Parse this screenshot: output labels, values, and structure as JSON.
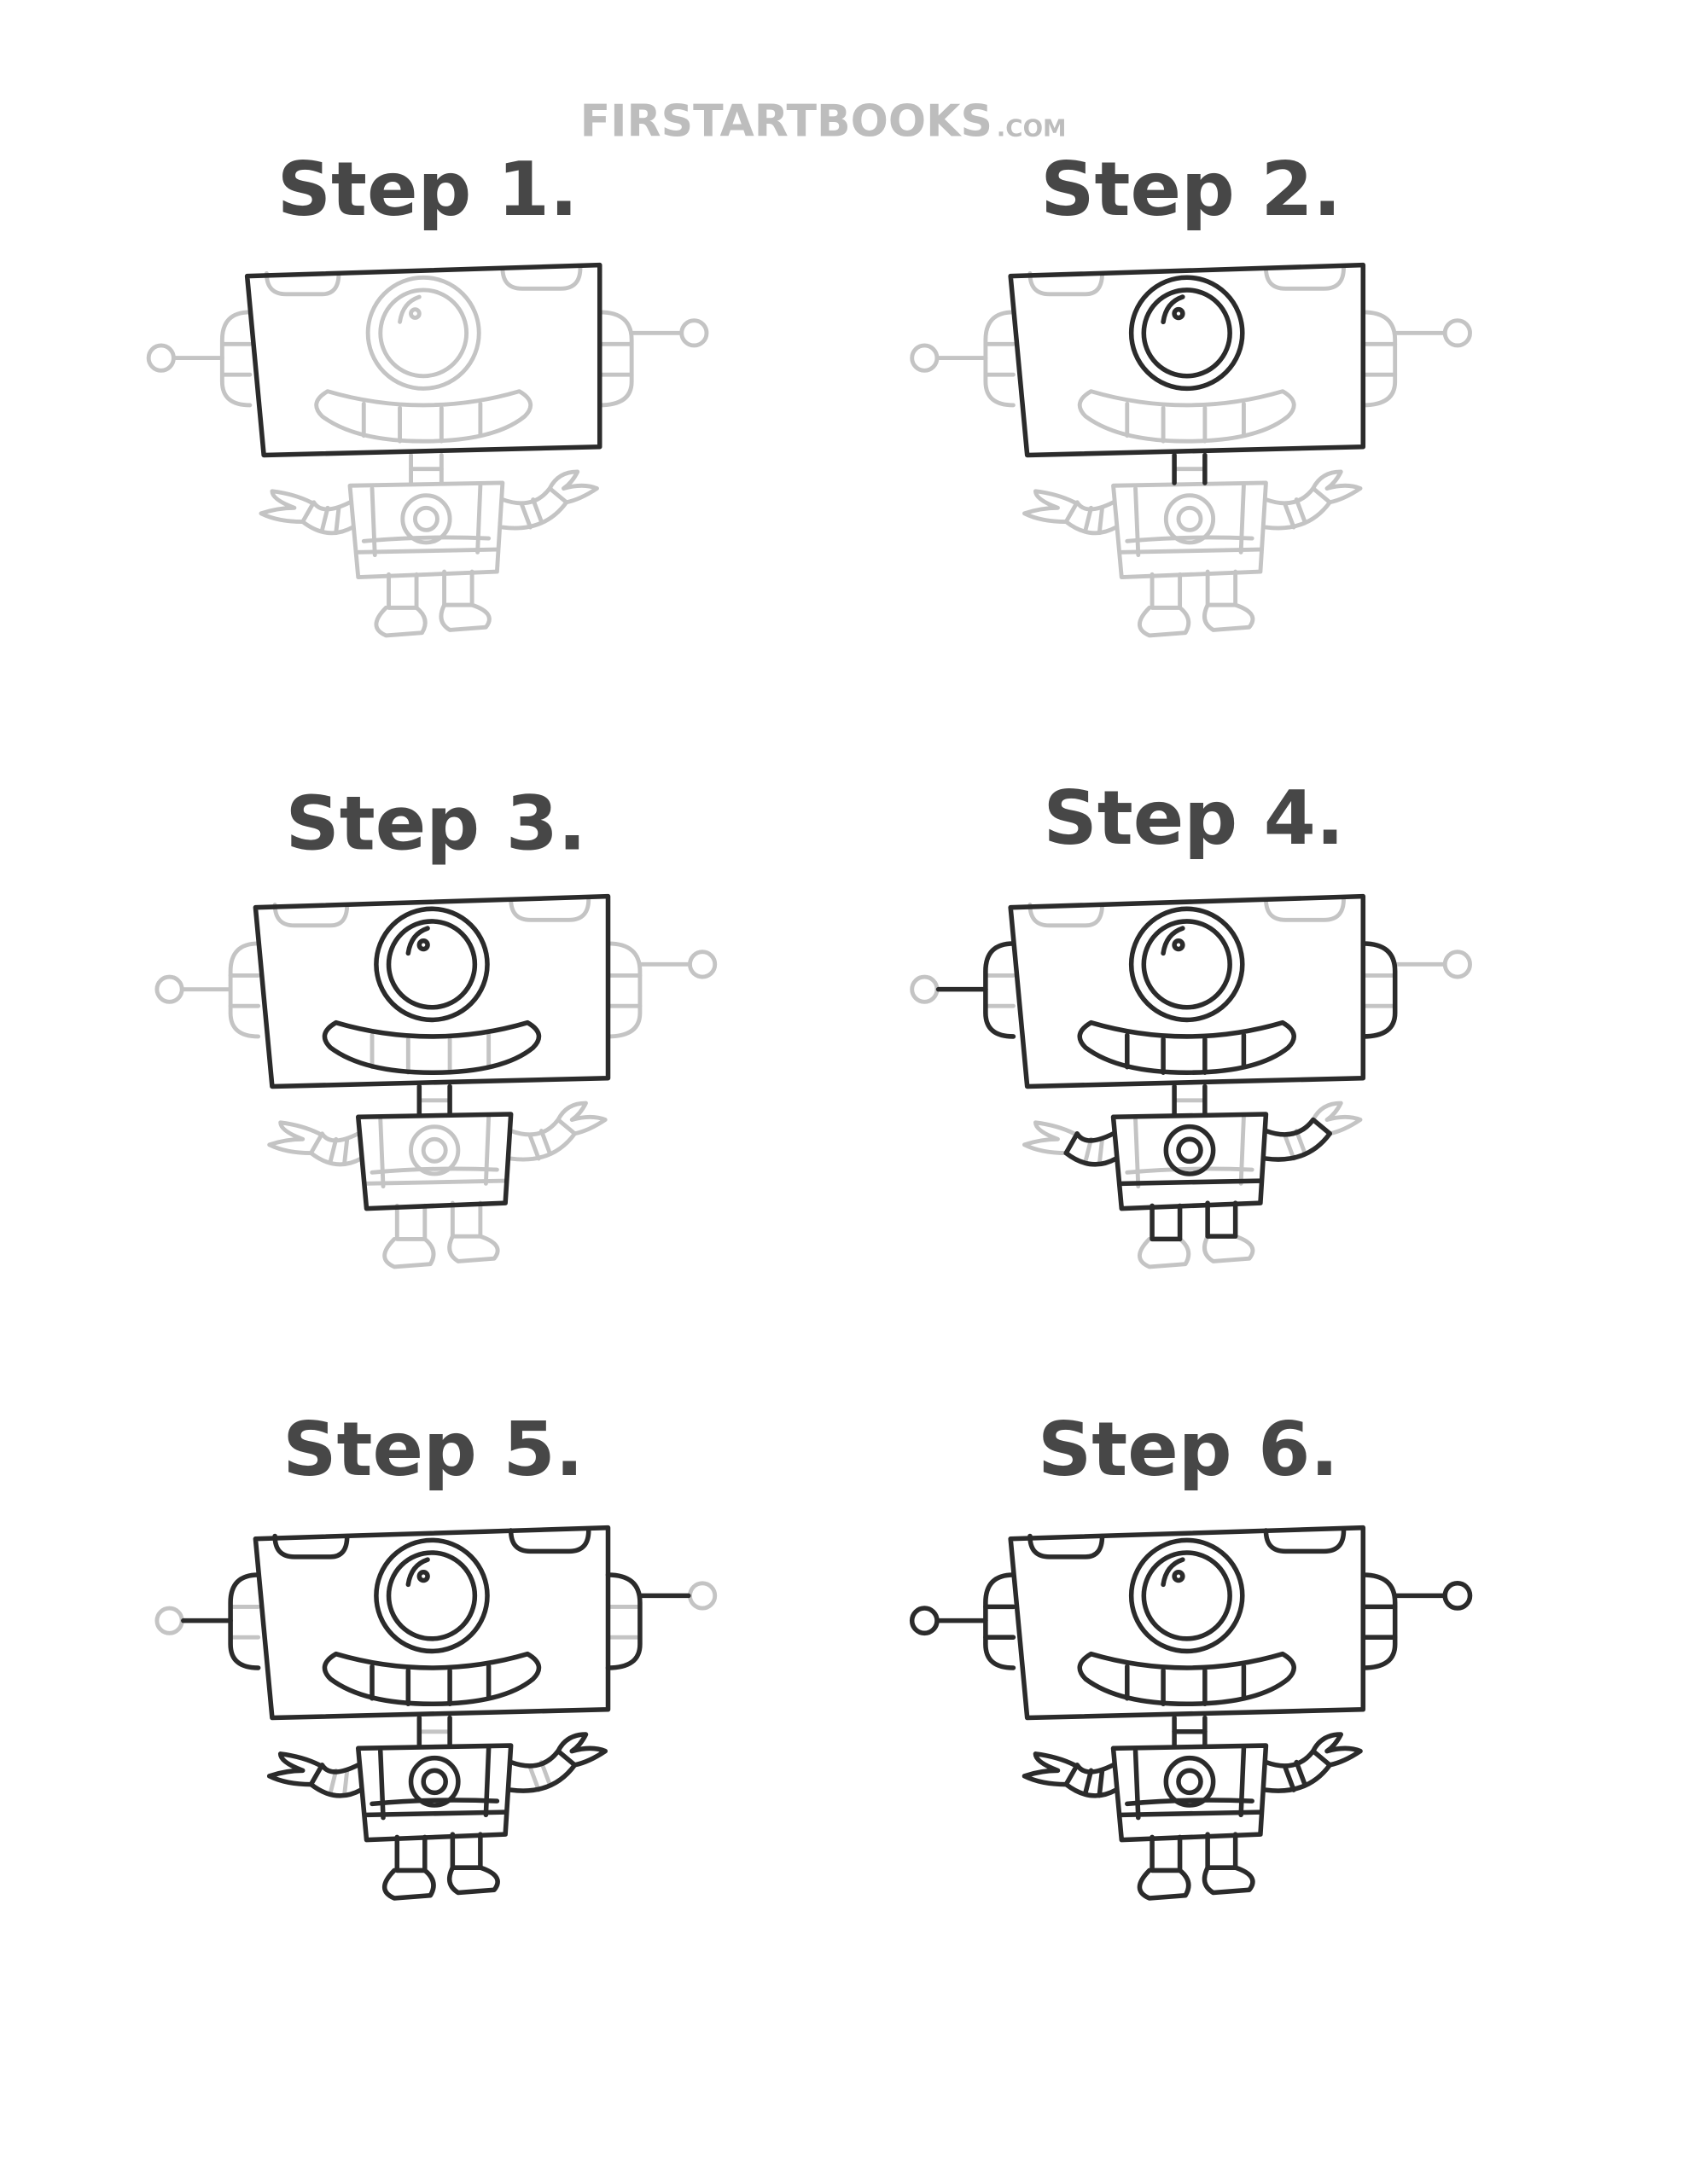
{
  "logo": {
    "text": "FIRSTARTBOOKS",
    "suffix": ".COM"
  },
  "steps": [
    {
      "label": "Step 1.",
      "dark_parts": [
        "head"
      ]
    },
    {
      "label": "Step 2.",
      "dark_parts": [
        "head",
        "eye",
        "neck"
      ]
    },
    {
      "label": "Step 3.",
      "dark_parts": [
        "head",
        "eye",
        "neck",
        "mouth",
        "body"
      ]
    },
    {
      "label": "Step 4.",
      "dark_parts": [
        "head",
        "eye",
        "neck",
        "mouth",
        "body",
        "ears",
        "teeth",
        "chest",
        "arms",
        "legs",
        "belt",
        "antenna-left-stem"
      ]
    },
    {
      "label": "Step 5.",
      "dark_parts": [
        "head",
        "eye",
        "neck",
        "mouth",
        "body",
        "ears",
        "teeth",
        "chest",
        "arms",
        "legs",
        "belt",
        "tabs",
        "hands",
        "feet",
        "body-lines",
        "antenna-left-stem",
        "antenna-right-stem"
      ]
    },
    {
      "label": "Step 6.",
      "dark_parts": [
        "head",
        "eye",
        "neck",
        "mouth",
        "body",
        "ears",
        "teeth",
        "chest",
        "arms",
        "legs",
        "belt",
        "tabs",
        "hands",
        "feet",
        "body-lines",
        "antenna-left-stem",
        "antenna-right-stem",
        "antenna-left-ball",
        "antenna-right-ball",
        "ear-lines",
        "arm-stripes",
        "neck-lines"
      ]
    }
  ],
  "colors": {
    "dark": "#2b2b2b",
    "light": "#c4c4c4",
    "title": "#474747",
    "logo": "#bdbdbd"
  }
}
